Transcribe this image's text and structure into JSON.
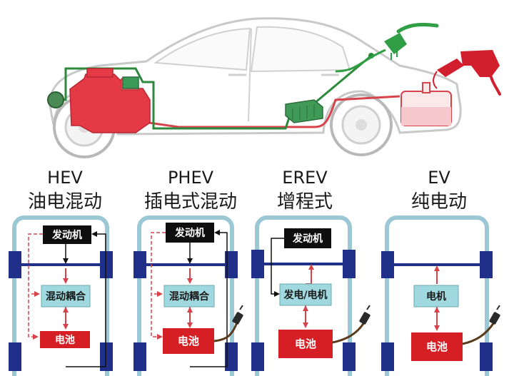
{
  "colors": {
    "engine": "#e43a45",
    "green_line": "#2d8a3c",
    "red_line": "#d7434b",
    "plug_green": "#2f9e44",
    "nozzle_red": "#d11f2e",
    "frame": "#9cc7d4",
    "wheel": "#1f2f8a",
    "black_box": "#0e0e0e",
    "cyan_box": "#9fd9df",
    "battery_red": "#d51f24"
  },
  "icons": {
    "fuel_nozzle": "fuel-nozzle-icon",
    "plug": "charging-plug-icon"
  },
  "types": [
    {
      "code": "HEV",
      "name": "油电混动",
      "engine": "发动机",
      "coupler": "混动耦合",
      "battery": "电池"
    },
    {
      "code": "PHEV",
      "name": "插电式混动",
      "engine": "发动机",
      "coupler": "混动耦合",
      "battery": "电池"
    },
    {
      "code": "EREV",
      "name": "增程式",
      "engine": "发动机",
      "coupler": "发电/电机",
      "battery": "电池"
    },
    {
      "code": "EV",
      "name": "纯电动",
      "coupler": "电机",
      "battery": "电池"
    }
  ]
}
